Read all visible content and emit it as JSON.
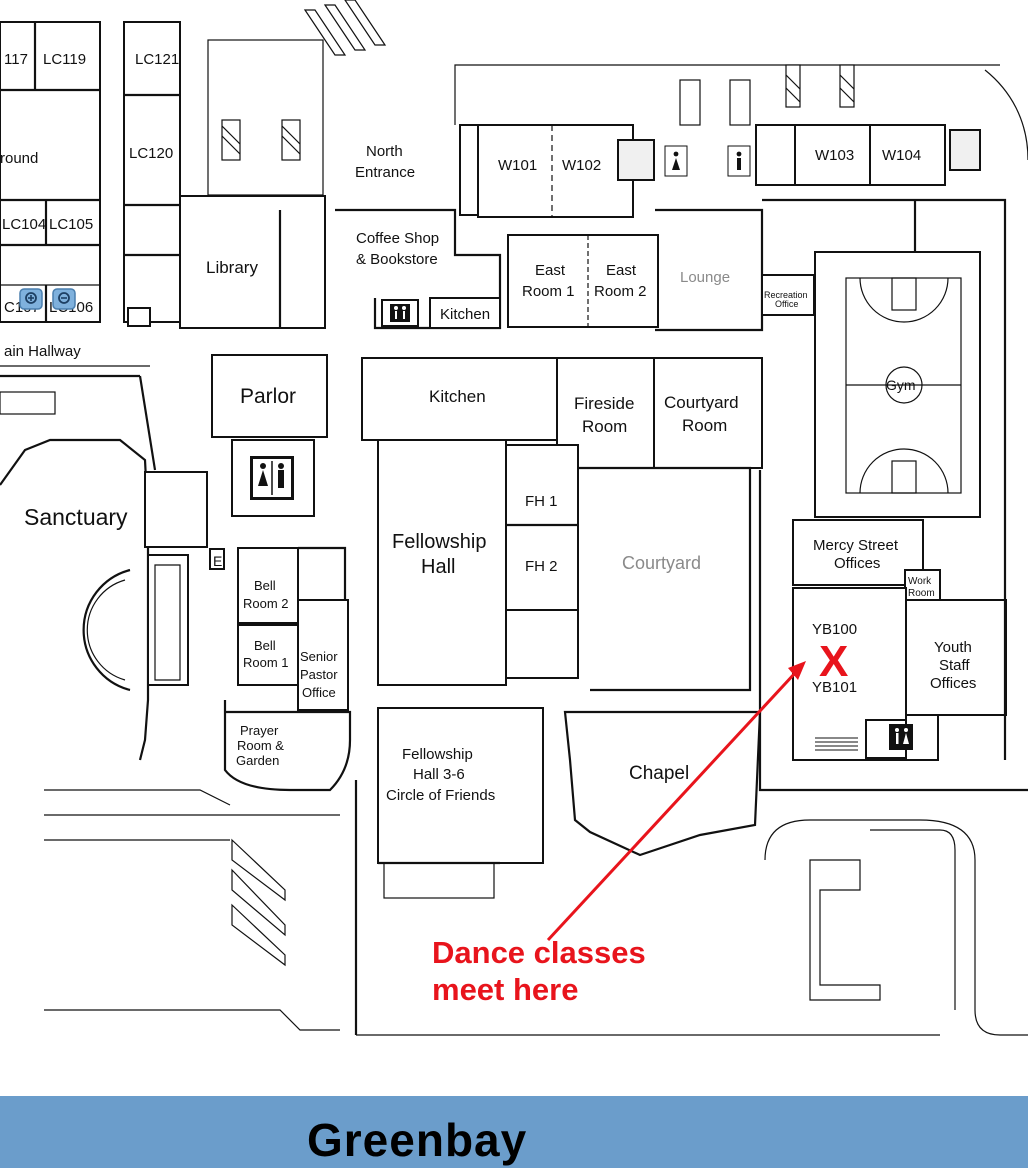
{
  "rooms": {
    "r117": "117",
    "lc119": "LC119",
    "lc121": "LC121",
    "lc120": "LC120",
    "ground": "round",
    "lc104": "LC104",
    "lc105": "LC105",
    "lc107": "C107",
    "lc106": "LC106",
    "main_hallway": "ain Hallway",
    "library": "Library",
    "north_entrance_1": "North",
    "north_entrance_2": "Entrance",
    "coffee_1": "Coffee Shop",
    "coffee_2": "& Bookstore",
    "kitchen_small": "Kitchen",
    "w101": "W101",
    "w102": "W102",
    "w103": "W103",
    "w104": "W104",
    "east1_1": "East",
    "east1_2": "Room 1",
    "east2_1": "East",
    "east2_2": "Room 2",
    "lounge": "Lounge",
    "recreation_1": "Recreation",
    "recreation_2": "Office",
    "gym": "Gym",
    "parlor": "Parlor",
    "kitchen_big": "Kitchen",
    "fireside_1": "Fireside",
    "fireside_2": "Room",
    "courtyard_room_1": "Courtyard",
    "courtyard_room_2": "Room",
    "sanctuary": "Sanctuary",
    "fellowship_1": "Fellowship",
    "fellowship_2": "Hall",
    "fh1": "FH 1",
    "fh2": "FH 2",
    "courtyard": "Courtyard",
    "mercy_1": "Mercy Street",
    "mercy_2": "Offices",
    "work_1": "Work",
    "work_2": "Room",
    "bell2_1": "Bell",
    "bell2_2": "Room 2",
    "bell1_1": "Bell",
    "bell1_2": "Room 1",
    "senior_1": "Senior",
    "senior_2": "Pastor",
    "senior_3": "Office",
    "prayer_1": "Prayer",
    "prayer_2": "Room &",
    "prayer_3": "Garden",
    "yb100": "YB100",
    "yb101": "YB101",
    "youth_1": "Youth",
    "youth_2": "Staff",
    "youth_3": "Offices",
    "fh36_1": "Fellowship",
    "fh36_2": "Hall 3-6",
    "fh36_3": "Circle of Friends",
    "chapel": "Chapel",
    "elevator_e": "E"
  },
  "annotation": {
    "line1": "Dance classes",
    "line2": "meet here",
    "marker": "X",
    "color": "#e8141c"
  },
  "zoom": {
    "in_icon": "zoom-in-icon",
    "out_icon": "zoom-out-icon"
  },
  "banner": {
    "title": "Greenbay",
    "color": "#6b9dcb"
  }
}
